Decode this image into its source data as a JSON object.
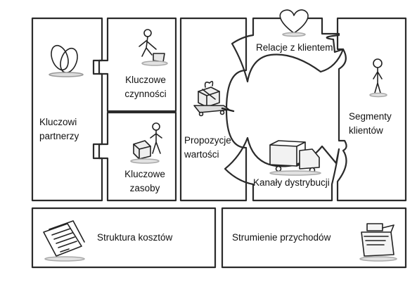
{
  "blocks": {
    "key_partners": "Kluczowi\npartnerzy",
    "key_activities": "Kluczowe\nczynności",
    "key_resources": "Kluczowe\nzasoby",
    "value_propositions": "Propozycje\nwartości",
    "customer_relationships": "Relacje z klientem",
    "channels": "Kanały dystrybucji",
    "customer_segments": "Segmenty\nklientów",
    "cost_structure": "Struktura kosztów",
    "revenue_streams": "Strumienie przychodów"
  },
  "icons": {
    "key_partners": "interlocked-rings-icon",
    "key_activities": "person-working-icon",
    "key_resources": "person-with-boxes-icon",
    "value_propositions": "gift-on-cart-icon",
    "customer_relationships": "heart-icon",
    "channels": "delivery-truck-icon",
    "customer_segments": "standing-person-icon",
    "cost_structure": "invoice-papers-icon",
    "revenue_streams": "cash-register-icon"
  },
  "colors": {
    "outline": "#2a2a2a",
    "background": "#ffffff"
  }
}
